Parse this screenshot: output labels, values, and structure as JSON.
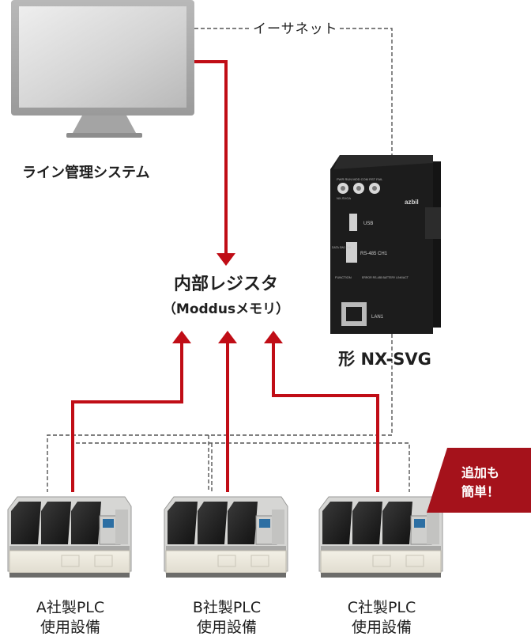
{
  "ethernet_label": "イーサネット",
  "management_system_label": "ライン管理システム",
  "register": {
    "title": "内部レジスタ",
    "subtitle": "（Moddusメモリ）"
  },
  "device": {
    "model_label": "形 NX-SVG",
    "brand": "azbil",
    "panel_labels": [
      "PWR RUN MOD COM RST FAIL",
      "NX-SVGA",
      "USB",
      "RS-485 CH1",
      "DATA SW1 SW",
      "FUNCTION",
      "ERROR RS-485 BATTERY LINK/ACT",
      "LAN1"
    ]
  },
  "plcs": [
    {
      "line1": "A社製PLC",
      "line2": "使用設備"
    },
    {
      "line1": "B社製PLC",
      "line2": "使用設備"
    },
    {
      "line1": "C社製PLC",
      "line2": "使用設備"
    }
  ],
  "badge": {
    "line1": "追加も",
    "line2": "簡単！"
  },
  "colors": {
    "arrow_red": "#c00d16",
    "badge_red": "#a5121b",
    "dashed_line": "#555555",
    "device_body": "#1c1c1c"
  }
}
